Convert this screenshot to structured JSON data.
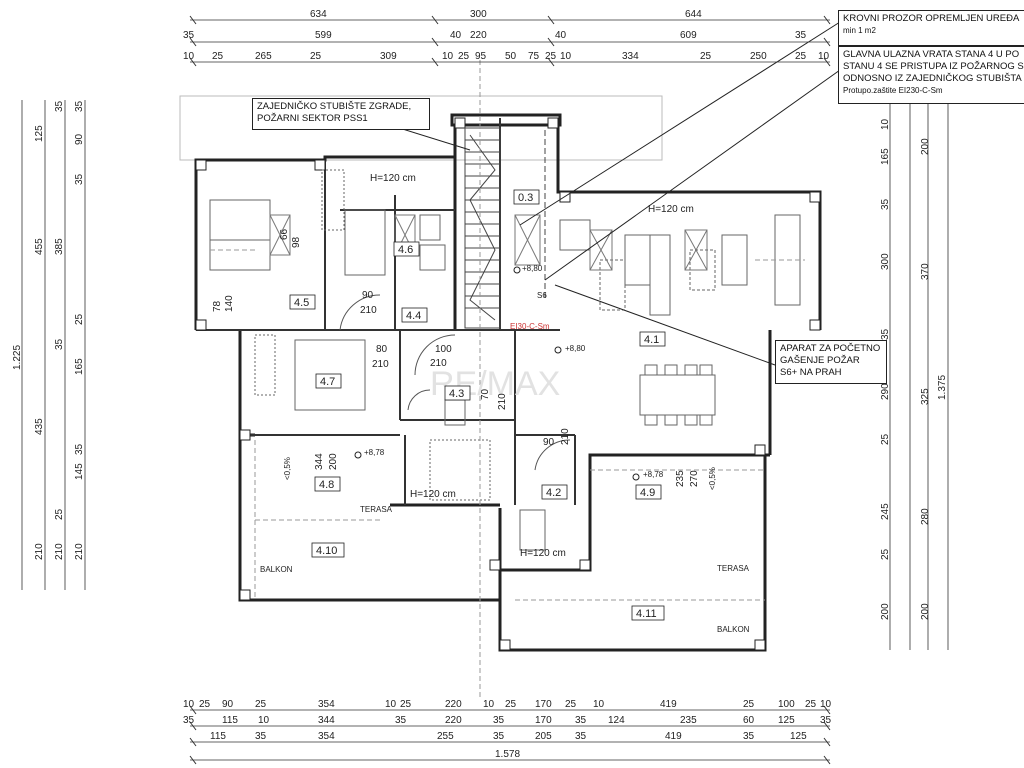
{
  "notes": {
    "roof_window": [
      "KROVNI PROZOR OPREMLJEN UREĐA",
      "min 1 m2"
    ],
    "entrance": [
      "GLAVNA ULAZNA VRATA STANA 4 U PO",
      "STANU 4 SE PRISTUPA IZ POŽARNOG S",
      "ODNOSNO IZ ZAJEDNIČKOG STUBIŠTA",
      "Protupo.zaštite EI230-C-Sm"
    ],
    "staircase": [
      "ZAJEDNIČKO STUBIŠTE ZGRADE,",
      "POŽARNI SEKTOR PSS1"
    ],
    "extinguisher": [
      "APARAT ZA POČETNO",
      "GAŠENJE POŽAR",
      "S6+ NA PRAH"
    ]
  },
  "rooms": {
    "r45": "4.5",
    "r44": "4.4",
    "r46": "4.6",
    "r47": "4.7",
    "r43": "4.3",
    "r41": "4.1",
    "r42": "4.2",
    "r48": "4.8",
    "r49": "4.9",
    "r410": "4.10",
    "r411": "4.11",
    "r03": "0.3"
  },
  "labels": {
    "h120a": "H=120 cm",
    "h120b": "H=120 cm",
    "h120c": "H=120 cm",
    "h120d": "H=120 cm",
    "terasa1": "TERASA",
    "terasa2": "TERASA",
    "balkon1": "BALKON",
    "balkon2": "BALKON",
    "elev1": "+8,80",
    "elev2": "+8,80",
    "elev3": "+8,78",
    "elev4": "+8,78",
    "slope1": "<0,5%",
    "slope2": "<0,5%",
    "ei": "EI30-C-Sm",
    "s6": "S6",
    "watermark": "RE/MAX"
  },
  "dims_top": {
    "row1": [
      "634",
      "300",
      "644"
    ],
    "row2": [
      "35",
      "599",
      "40",
      "220",
      "40",
      "609",
      "35"
    ],
    "row3": [
      "10",
      "25",
      "265",
      "25",
      "309",
      "10",
      "25",
      "95",
      "50",
      "75",
      "25",
      "10",
      "334",
      "25",
      "250",
      "25",
      "10"
    ]
  },
  "dims_bottom": {
    "row1": [
      "10",
      "25",
      "90",
      "25",
      "354",
      "10",
      "25",
      "220",
      "10",
      "25",
      "170",
      "25",
      "10",
      "419",
      "25",
      "100",
      "25",
      "10"
    ],
    "row2": [
      "35",
      "115",
      "10",
      "344",
      "35",
      "220",
      "35",
      "170",
      "35",
      "124",
      "235",
      "60",
      "125",
      "35"
    ],
    "row3": [
      "115",
      "35",
      "354",
      "255",
      "35",
      "205",
      "35",
      "419",
      "35",
      "125"
    ],
    "total": "1.578"
  },
  "dims_left": {
    "total": "1.225",
    "a": [
      "125",
      "455",
      "435",
      "210"
    ],
    "b": [
      "35",
      "385",
      "35",
      "25",
      "210"
    ],
    "c": [
      "35",
      "90",
      "35",
      "25",
      "165",
      "35",
      "145",
      "210"
    ]
  },
  "dims_right": {
    "total": "1.375",
    "a": [
      "200",
      "370",
      "325",
      "280",
      "200"
    ],
    "b": [
      "10",
      "165",
      "35",
      "300",
      "35",
      "290",
      "25",
      "245",
      "25",
      "200"
    ]
  },
  "openings": {
    "d1": "90",
    "d1b": "210",
    "d2": "100",
    "d2b": "210",
    "d3": "70",
    "d3b": "210",
    "d4": "90",
    "d4b": "210",
    "w1": "78",
    "w1b": "140",
    "w2": "66",
    "w2b": "98",
    "w3": "80",
    "w3b": "210",
    "w4": "344",
    "w4b": "200",
    "w5": "235",
    "w5b": "270"
  }
}
